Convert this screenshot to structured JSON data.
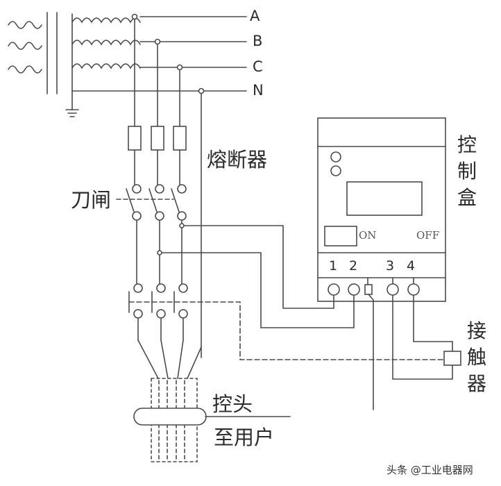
{
  "phases": {
    "a": "A",
    "b": "B",
    "c": "C",
    "n": "N"
  },
  "labels": {
    "fuse": "熔断器",
    "knife_switch": "刀闸",
    "control_box": "控制盒",
    "contactor": "接触器",
    "sensor_line1": "控头",
    "sensor_line2": "至用户"
  },
  "control_box": {
    "on": "ON",
    "off": "OFF",
    "terminals": [
      "1",
      "2",
      "3",
      "4"
    ]
  },
  "watermark": "头条 @工业电器网"
}
